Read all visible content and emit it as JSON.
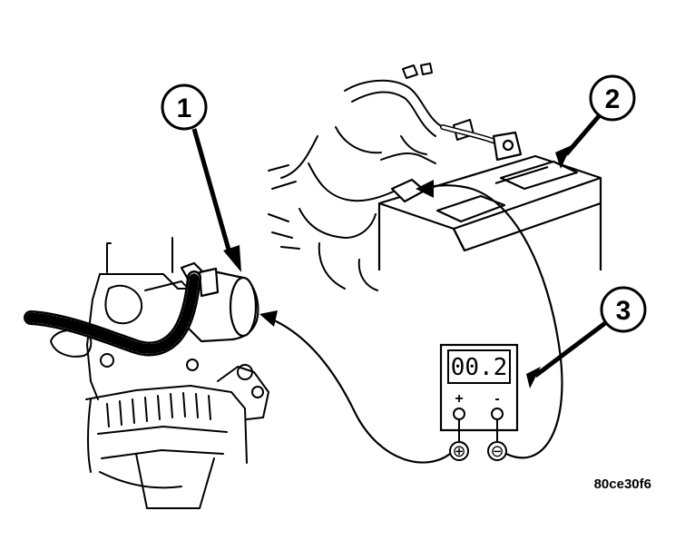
{
  "callouts": [
    {
      "number": "1",
      "target": "starter motor"
    },
    {
      "number": "2",
      "target": "battery"
    },
    {
      "number": "3",
      "target": "voltmeter"
    }
  ],
  "meter": {
    "reading": "00.2",
    "plus_label": "+",
    "minus_label": "-",
    "plus_lead_symbol": "⊕",
    "minus_lead_symbol": "⊖"
  },
  "figure_ref": "80ce30f6",
  "colors": {
    "ink": "#000000",
    "paper": "#ffffff"
  }
}
